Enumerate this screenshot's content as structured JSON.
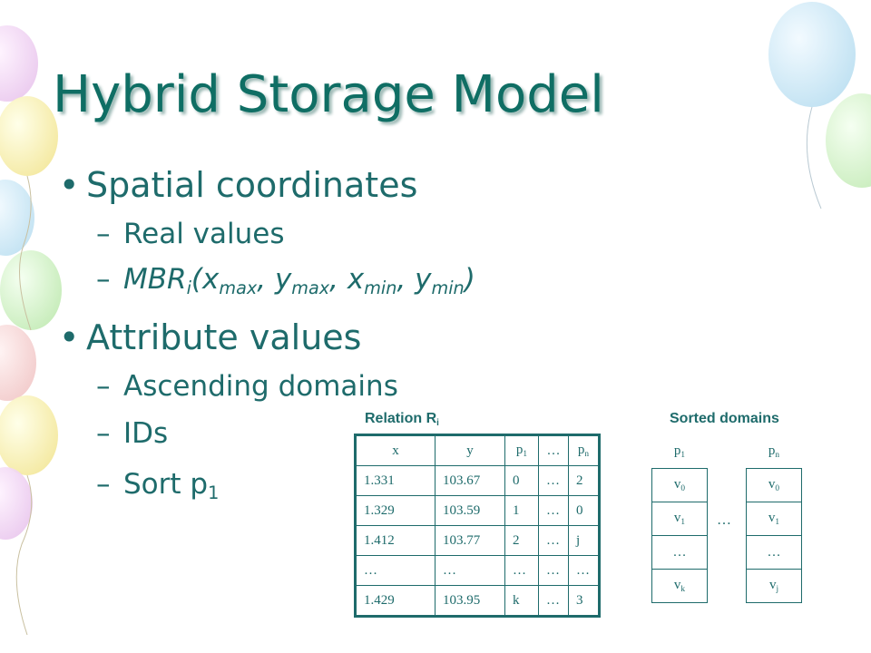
{
  "slide": {
    "title": "Hybrid Storage Model",
    "bullets": [
      {
        "level": 1,
        "text": "Spatial coordinates"
      },
      {
        "level": 2,
        "text": "Real values"
      },
      {
        "level": 2,
        "rich": "mbr"
      },
      {
        "level": 1,
        "text": "Attribute values"
      },
      {
        "level": 2,
        "text": "Ascending domains"
      },
      {
        "level": 2,
        "text": "IDs"
      },
      {
        "level": 2,
        "rich": "sortp1"
      }
    ],
    "mbr": {
      "main": "MBR",
      "i": "i",
      "open": "(",
      "x": "x",
      "max": "max",
      "comma": ", ",
      "y": "y",
      "min": "min",
      "close": ")"
    },
    "sortp1": {
      "main": "Sort p",
      "sub": "1"
    },
    "bullet_glyph": "•",
    "dash_glyph": "–"
  },
  "relation": {
    "caption": "Relation R",
    "caption_sub": "i",
    "headers": [
      "x",
      "y",
      "p1",
      "…",
      "pn"
    ],
    "rows": [
      [
        "1.331",
        "103.67",
        "0",
        "…",
        "2"
      ],
      [
        "1.329",
        "103.59",
        "1",
        "…",
        "0"
      ],
      [
        "1.412",
        "103.77",
        "2",
        "…",
        "j"
      ],
      [
        "…",
        "…",
        "…",
        "…",
        "…"
      ],
      [
        "1.429",
        "103.95",
        "k",
        "…",
        "3"
      ]
    ]
  },
  "sorted": {
    "caption": "Sorted domains",
    "between": "…",
    "col1": {
      "header": "p",
      "hsub": "1",
      "cells": [
        [
          "v",
          "0"
        ],
        [
          "v",
          "1"
        ],
        [
          "…",
          ""
        ],
        [
          "v",
          "k"
        ]
      ]
    },
    "col2": {
      "header": "p",
      "hsub": "n",
      "cells": [
        [
          "v",
          "0"
        ],
        [
          "v",
          "1"
        ],
        [
          "…",
          ""
        ],
        [
          "v",
          "j"
        ]
      ]
    }
  },
  "colors": {
    "title": "#0f6e64",
    "text": "#1e6b6b"
  }
}
